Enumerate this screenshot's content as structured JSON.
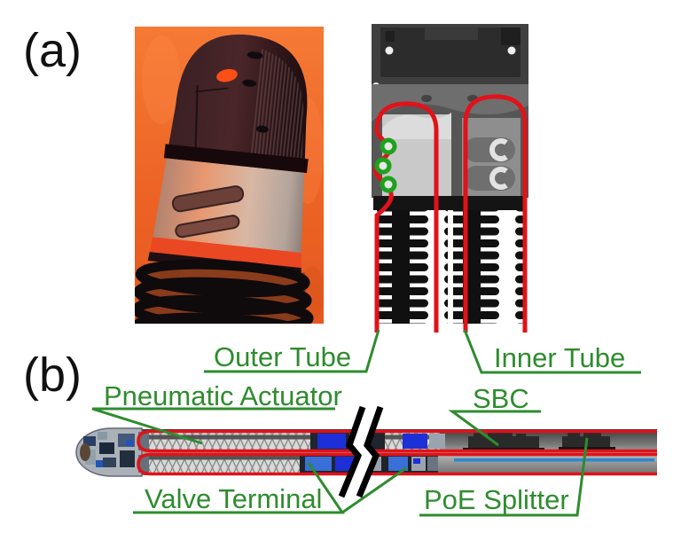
{
  "figure": {
    "type": "two-panel technical figure of a pneumatic in-pipe robot",
    "panel_a": {
      "label": "(a)",
      "annotations": {
        "outer_tube": "Outer Tube",
        "inner_tube": "Inner Tube"
      }
    },
    "panel_b": {
      "label": "(b)",
      "annotations": {
        "pneumatic_actuator": "Pneumatic Actuator",
        "valve_terminal": "Valve Terminal",
        "sbc": "SBC",
        "poe_splitter": "PoE Splitter"
      }
    },
    "colors": {
      "annotation_green": "#2e8c2e",
      "outline_red": "#e11219",
      "photo_background_orange": "#ed6527",
      "cable_blue": "#2e86d2",
      "break_mark_black": "#000000",
      "panel_label_black": "#111111"
    }
  }
}
